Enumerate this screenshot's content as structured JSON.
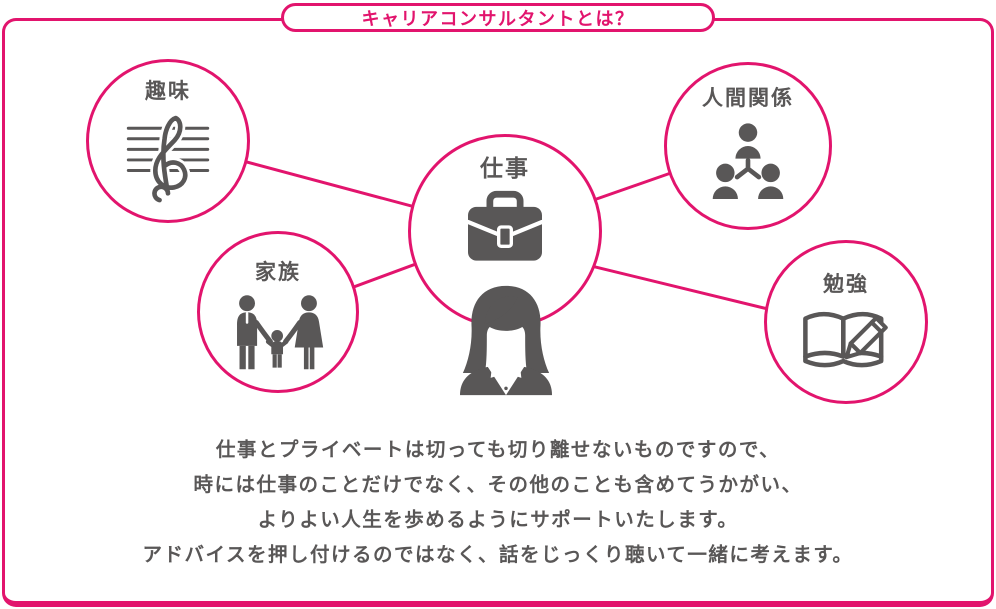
{
  "colors": {
    "accent": "#e2146d",
    "gray": "#595757",
    "white": "#ffffff"
  },
  "header": {
    "title": "キャリアコンサルタントとは？"
  },
  "diagram": {
    "center": {
      "label": "仕事",
      "icon": "briefcase-icon",
      "person_icon": "businesswoman-icon"
    },
    "satellites": [
      {
        "id": "hobby",
        "label": "趣味",
        "icon": "music-staff-icon"
      },
      {
        "id": "family",
        "label": "家族",
        "icon": "family-icon"
      },
      {
        "id": "relationships",
        "label": "人間関係",
        "icon": "people-network-icon"
      },
      {
        "id": "study",
        "label": "勉強",
        "icon": "book-pencil-icon"
      }
    ]
  },
  "description": {
    "lines": [
      "仕事とプライベートは切っても切り離せないものですので、",
      "時には仕事のことだけでなく、その他のことも含めてうかがい、",
      "よりよい人生を歩めるようにサポートいたします。",
      "アドバイスを押し付けるのではなく、話をじっくり聴いて一緒に考えます。"
    ]
  }
}
